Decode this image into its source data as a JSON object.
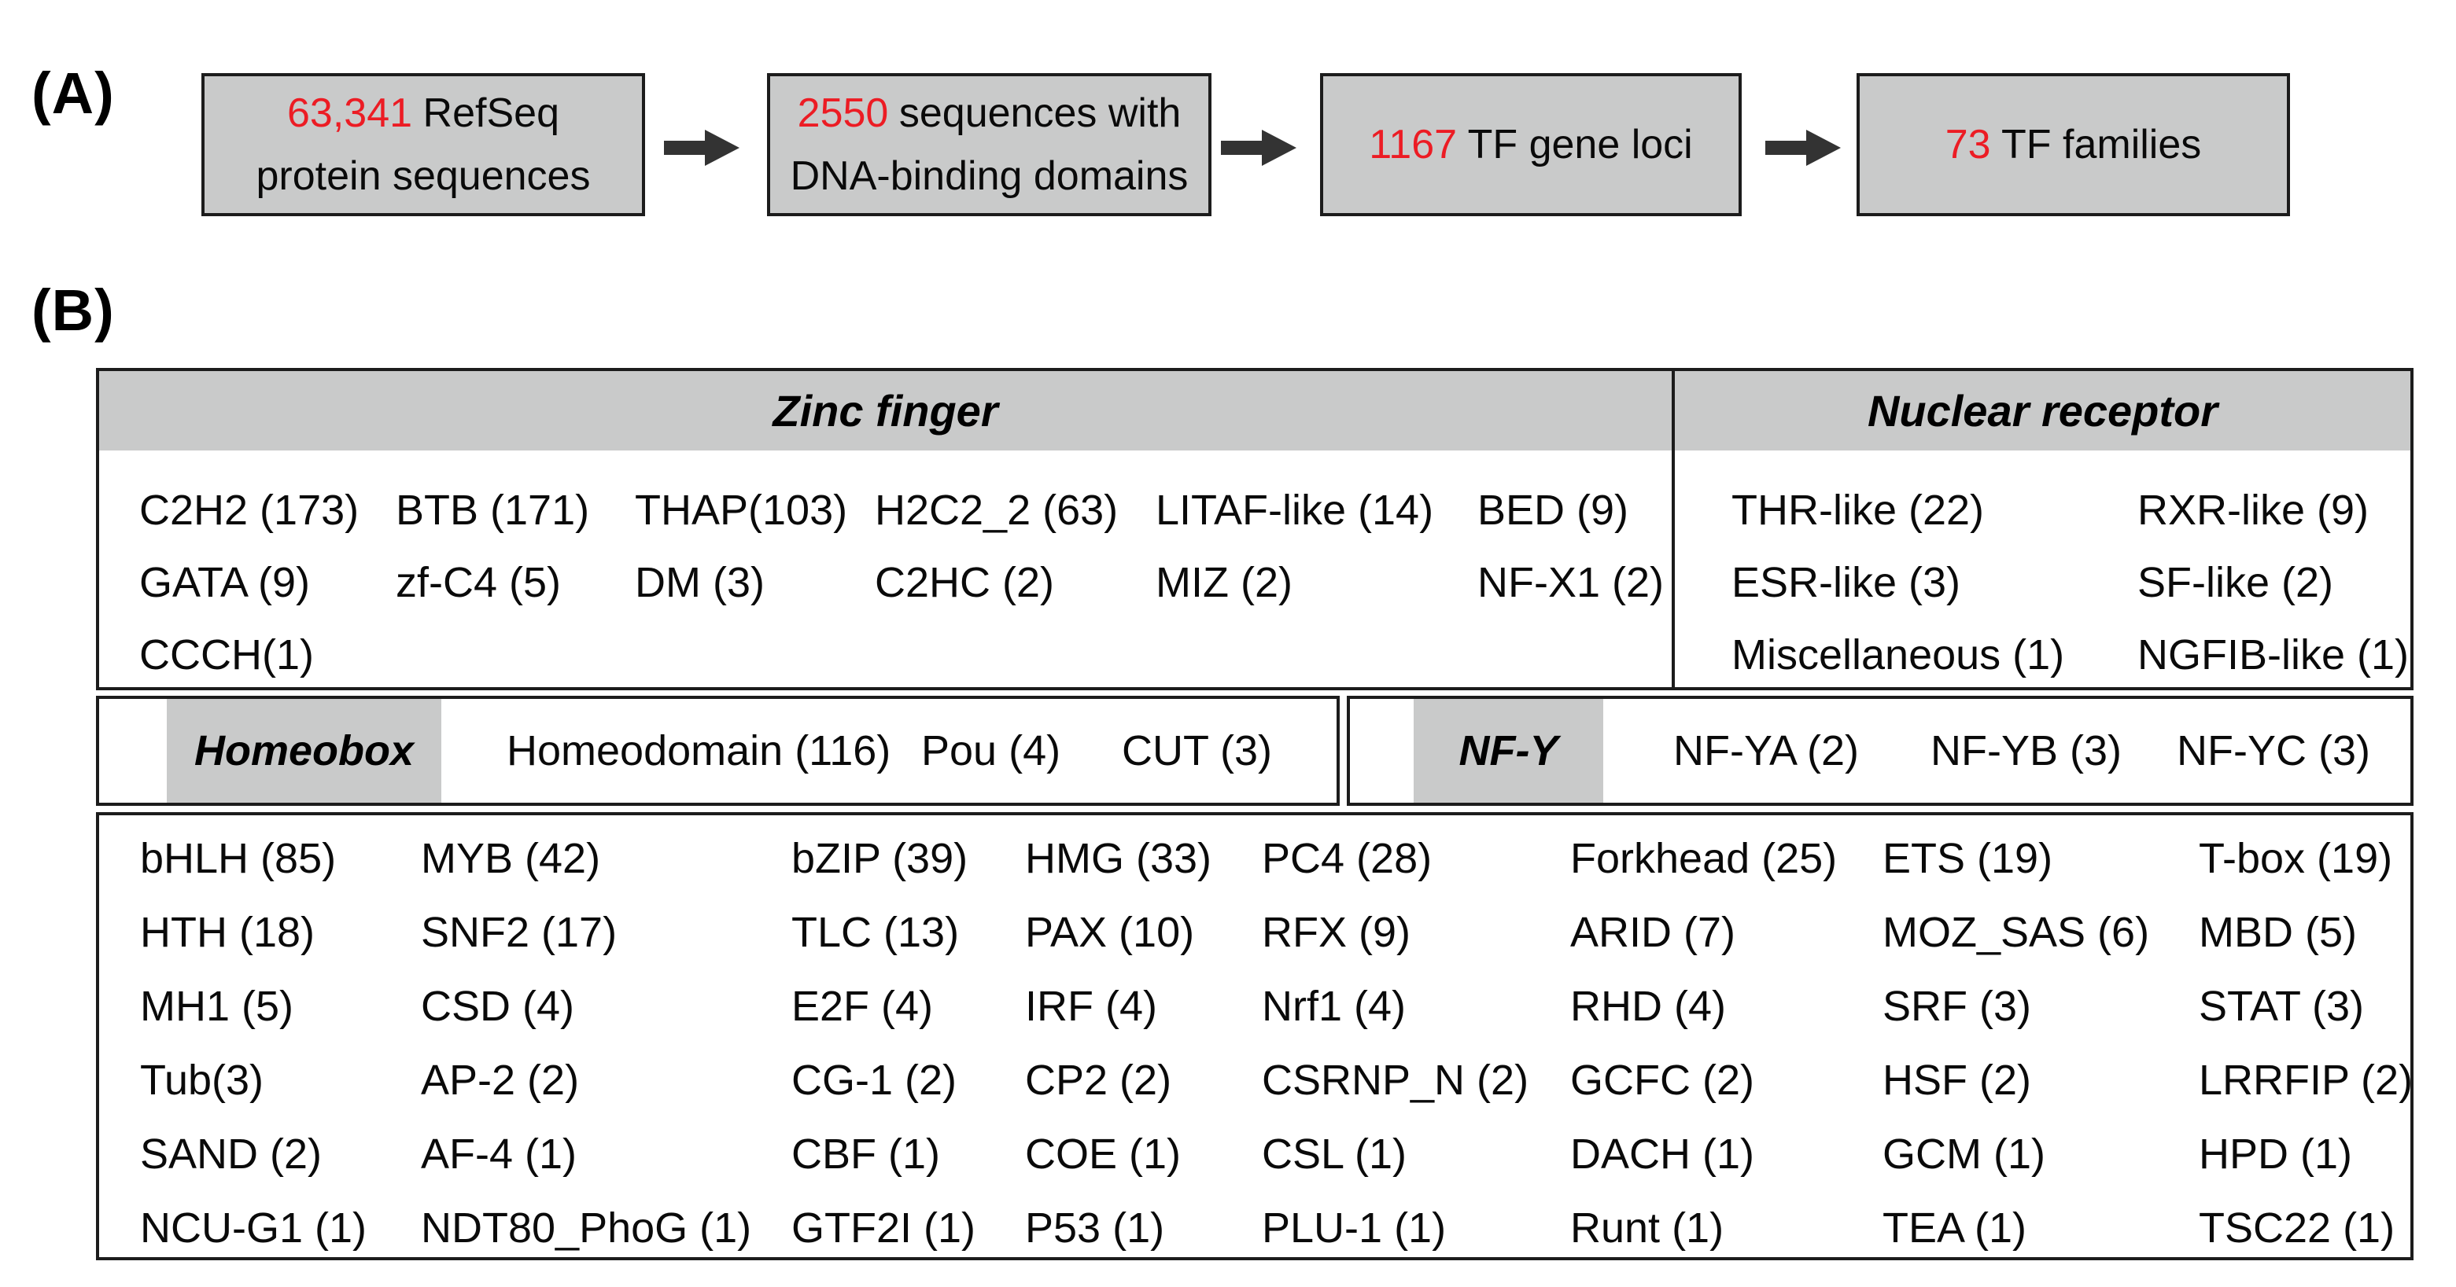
{
  "panel_a": {
    "label": "(A)",
    "boxes": [
      {
        "number": "63,341",
        "line1": "RefSeq",
        "line2": "protein sequences"
      },
      {
        "number": "2550",
        "line1": "sequences with",
        "line2": "DNA-binding domains"
      },
      {
        "number": "1167",
        "line1": "TF gene loci"
      },
      {
        "number": "73",
        "line1": "TF families"
      }
    ]
  },
  "panel_b": {
    "label": "(B)",
    "zinc_finger": {
      "title": "Zinc finger",
      "families": [
        "C2H2 (173)",
        "BTB (171)",
        "THAP(103)",
        "H2C2_2 (63)",
        "LITAF-like (14)",
        "BED (9)",
        "GATA (9)",
        "zf-C4 (5)",
        "DM (3)",
        "C2HC (2)",
        "MIZ (2)",
        "NF-X1 (2)",
        "CCCH(1)"
      ]
    },
    "nuclear_receptor": {
      "title": "Nuclear receptor",
      "families": [
        "THR-like (22)",
        "RXR-like (9)",
        "ESR-like (3)",
        "SF-like (2)",
        "Miscellaneous (1)",
        "NGFIB-like (1)"
      ]
    },
    "homeobox": {
      "title": "Homeobox",
      "families": [
        "Homeodomain (116)",
        "Pou (4)",
        "CUT (3)"
      ]
    },
    "nf_y": {
      "title": "NF-Y",
      "families": [
        "NF-YA (2)",
        "NF-YB (3)",
        "NF-YC (3)"
      ]
    },
    "other_families": [
      "bHLH (85)",
      "MYB (42)",
      "bZIP (39)",
      "HMG (33)",
      "PC4 (28)",
      "Forkhead (25)",
      "ETS (19)",
      "T-box (19)",
      "HTH (18)",
      "SNF2 (17)",
      "TLC (13)",
      "PAX (10)",
      "RFX (9)",
      "ARID (7)",
      "MOZ_SAS (6)",
      "MBD (5)",
      "MH1 (5)",
      "CSD (4)",
      "E2F (4)",
      "IRF (4)",
      "Nrf1 (4)",
      "RHD (4)",
      "SRF (3)",
      "STAT (3)",
      "Tub(3)",
      "AP-2 (2)",
      "CG-1 (2)",
      "CP2 (2)",
      "CSRNP_N (2)",
      "GCFC (2)",
      "HSF (2)",
      "LRRFIP (2)",
      "SAND (2)",
      "AF-4 (1)",
      "CBF (1)",
      "COE (1)",
      "CSL (1)",
      "DACH (1)",
      "GCM (1)",
      "HPD (1)",
      "NCU-G1 (1)",
      "NDT80_PhoG (1)",
      "GTF2I (1)",
      "P53 (1)",
      "PLU-1 (1)",
      "Runt (1)",
      "TEA (1)",
      "TSC22 (1)"
    ]
  },
  "colors": {
    "highlight_red": "#ec1c24",
    "header_gray": "#c9caca",
    "border_black": "#1c1c1c",
    "arrow_gray": "#333333"
  }
}
